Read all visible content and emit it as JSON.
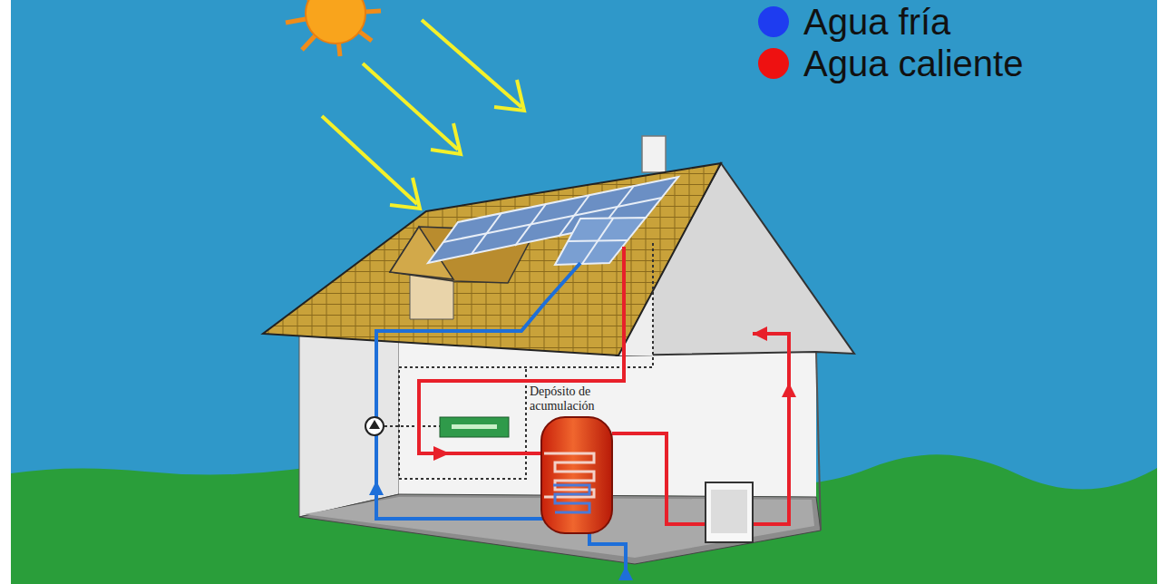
{
  "diagram": {
    "labels": [
      "Depósito de acumulación"
    ],
    "legend": [
      {
        "text": "Agua fría",
        "color": "#1e3cf0"
      },
      {
        "text": "Agua caliente",
        "color": "#ee1111"
      }
    ]
  }
}
